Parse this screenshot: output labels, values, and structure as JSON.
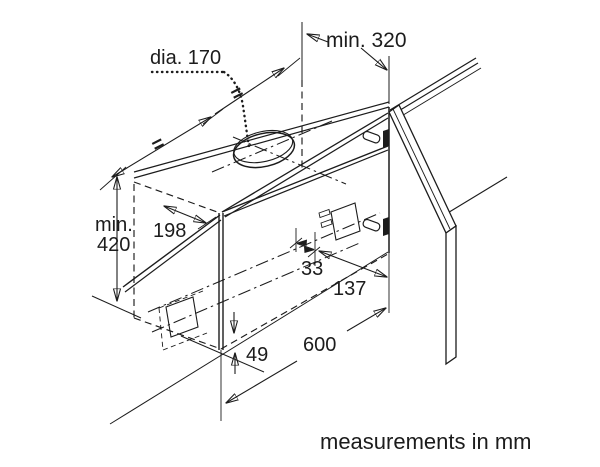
{
  "figure": {
    "footer": "measurements in mm",
    "labels": {
      "dia": "dia. 170",
      "min320": "min. 320",
      "min420_line1": "min.",
      "min420_line2": "420",
      "d198": "198",
      "d33": "33",
      "d137": "137",
      "d49": "49",
      "d600": "600",
      "equal_left": "=",
      "equal_right": "="
    },
    "colors": {
      "line": "#1c1c1c",
      "background": "#ffffff"
    }
  }
}
